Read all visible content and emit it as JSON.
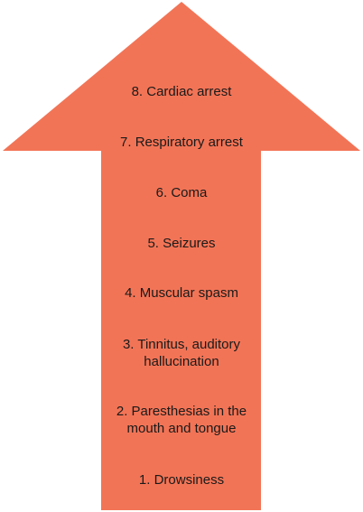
{
  "diagram": {
    "arrow_color": "#F27456",
    "steps": [
      {
        "label": "8. Cardiac arrest"
      },
      {
        "label": "7. Respiratory arrest"
      },
      {
        "label": "6. Coma"
      },
      {
        "label": "5. Seizures"
      },
      {
        "label": "4. Muscular spasm"
      },
      {
        "label": "3. Tinnitus, auditory hallucination"
      },
      {
        "label": "2. Paresthesias in the mouth and tongue"
      },
      {
        "label": "1. Drowsiness"
      }
    ]
  }
}
